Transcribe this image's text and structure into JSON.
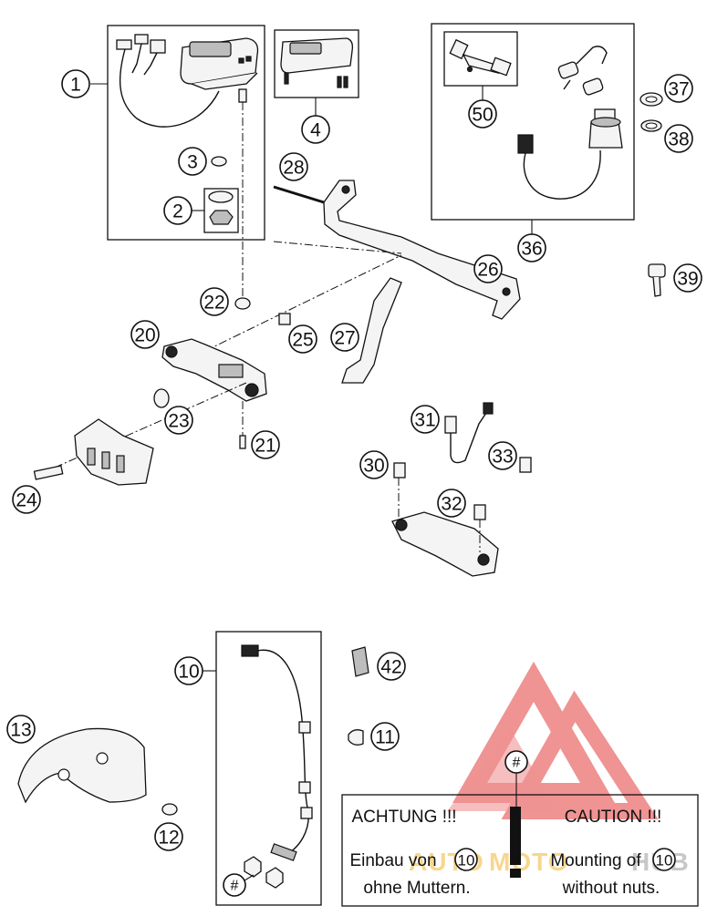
{
  "callouts": {
    "c1": "1",
    "c2": "2",
    "c3": "3",
    "c4": "4",
    "c10": "10",
    "c11": "11",
    "c12": "12",
    "c13": "13",
    "c20": "20",
    "c21": "21",
    "c22": "22",
    "c23": "23",
    "c24": "24",
    "c25": "25",
    "c26": "26",
    "c27": "27",
    "c28": "28",
    "c30": "30",
    "c31": "31",
    "c32": "32",
    "c33": "33",
    "c36": "36",
    "c37": "37",
    "c38": "38",
    "c39": "39",
    "c42": "42",
    "c50": "50"
  },
  "note": {
    "symbol": "#",
    "left_title": "ACHTUNG !!!",
    "right_title": "CAUTION !!!",
    "left_line1_prefix": "Einbau von",
    "left_line1_ref": "10",
    "left_line2": "ohne Muttern.",
    "right_line1_prefix": "Mounting of",
    "right_line1_ref": "10",
    "right_line2": "without nuts."
  },
  "hash_symbol": "#",
  "watermark": {
    "part1": "AUTO",
    "part2": "MOTO",
    "part3": "HUB",
    "color_red": "#e23b3b",
    "color_gold": "#f2b632",
    "color_gray": "#9a9a9a"
  }
}
